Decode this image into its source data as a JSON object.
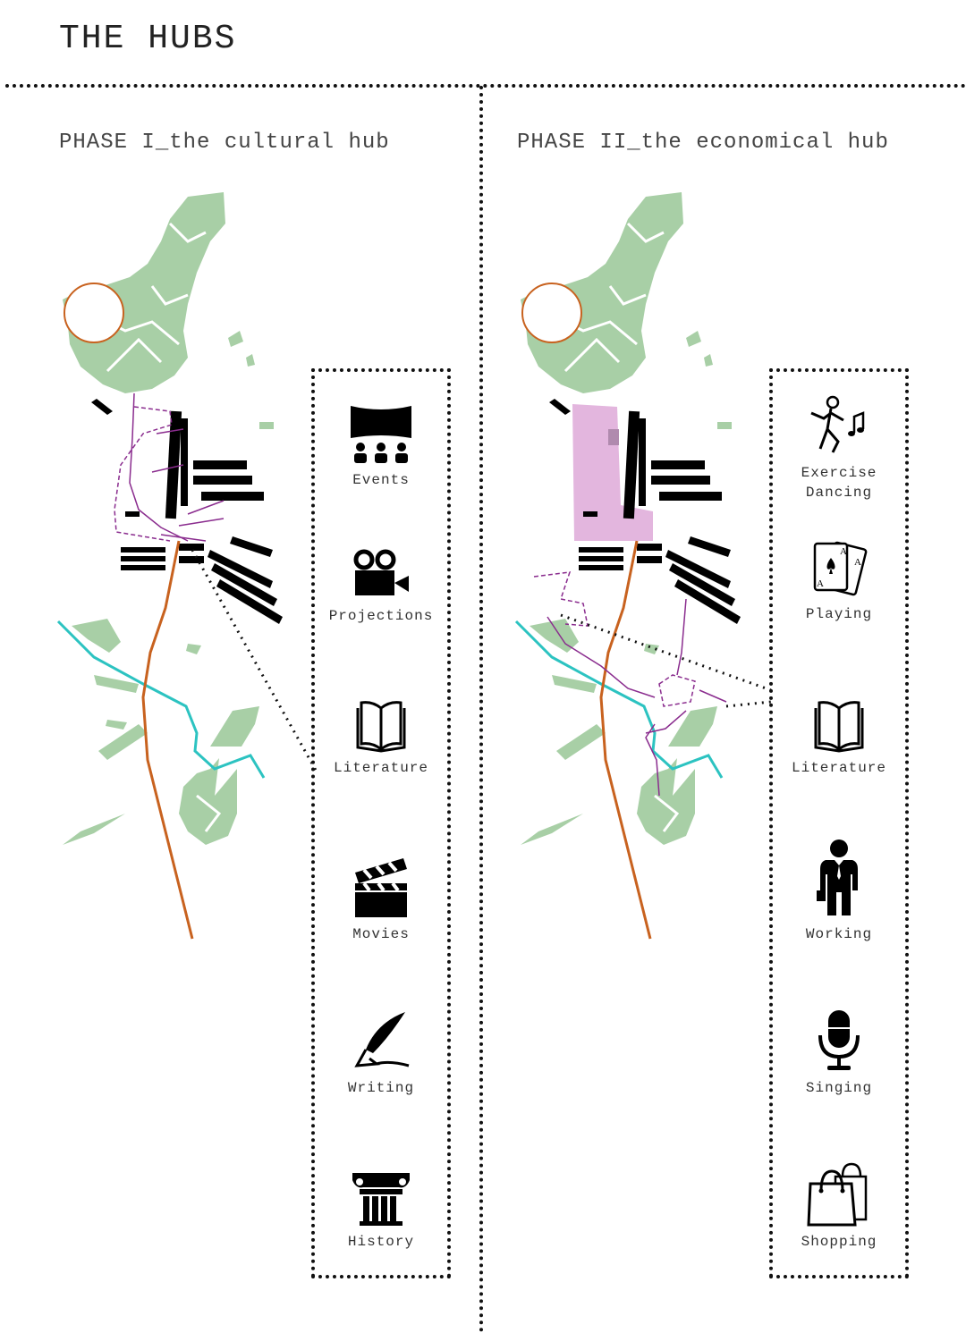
{
  "title": "THE HUBS",
  "phases": [
    {
      "heading": "PHASE I_the cultural hub",
      "activities": [
        {
          "label": "Events",
          "icon": "theater-audience-icon"
        },
        {
          "label": "Projections",
          "icon": "video-camera-icon"
        },
        {
          "label": "Literature",
          "icon": "open-book-icon"
        },
        {
          "label": "Movies",
          "icon": "clapperboard-icon"
        },
        {
          "label": "Writing",
          "icon": "quill-pen-icon"
        },
        {
          "label": "History",
          "icon": "ionic-column-icon"
        }
      ]
    },
    {
      "heading": "PHASE II_the economical hub",
      "activities": [
        {
          "label": "Exercise\nDancing",
          "icon": "dancing-person-icon"
        },
        {
          "label": "Playing",
          "icon": "playing-cards-icon"
        },
        {
          "label": "Literature",
          "icon": "open-book-icon"
        },
        {
          "label": "Working",
          "icon": "businessman-icon"
        },
        {
          "label": "Singing",
          "icon": "microphone-icon"
        },
        {
          "label": "Shopping",
          "icon": "shopping-bags-icon"
        }
      ]
    }
  ],
  "colors": {
    "green_area": "#a8cfa6",
    "water": "#2cc3c1",
    "road": "#c8621f",
    "circle": "#c8621f",
    "path": "#8a2c8e",
    "hub_area": "#e3b6de",
    "building": "#000000"
  }
}
